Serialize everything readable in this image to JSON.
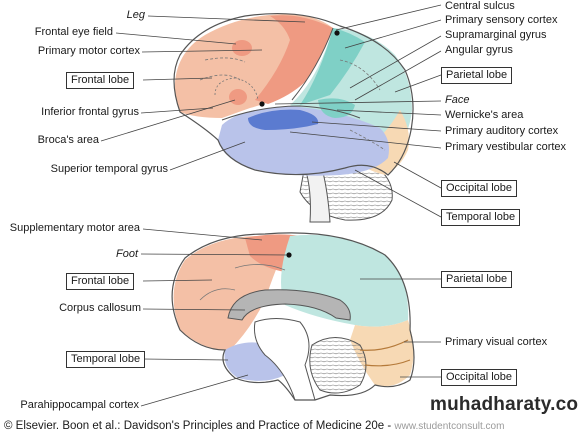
{
  "top_labels_left": {
    "leg": "Leg",
    "frontal_eye_field": "Frontal eye field",
    "primary_motor_cortex": "Primary motor cortex",
    "frontal_lobe": "Frontal lobe",
    "inferior_frontal_gyrus": "Inferior frontal gyrus",
    "brocas_area": "Broca's area",
    "superior_temporal_gyrus": "Superior temporal gyrus"
  },
  "top_labels_right": {
    "central_sulcus": "Central sulcus",
    "primary_sensory_cortex": "Primary sensory cortex",
    "supramarginal_gyrus": "Supramarginal gyrus",
    "angular_gyrus": "Angular gyrus",
    "parietal_lobe": "Parietal lobe",
    "face": "Face",
    "wernickes_area": "Wernicke's area",
    "primary_auditory_cortex": "Primary auditory cortex",
    "primary_vestibular_cortex": "Primary vestibular cortex",
    "occipital_lobe": "Occipital lobe",
    "temporal_lobe": "Temporal lobe"
  },
  "bottom_labels_left": {
    "supplementary_motor_area": "Supplementary motor area",
    "foot": "Foot",
    "frontal_lobe": "Frontal lobe",
    "corpus_callosum": "Corpus callosum",
    "temporal_lobe": "Temporal lobe",
    "parahippocampal_cortex": "Parahippocampal cortex"
  },
  "bottom_labels_right": {
    "parietal_lobe": "Parietal lobe",
    "primary_visual_cortex": "Primary visual cortex",
    "occipital_lobe": "Occipital lobe"
  },
  "footer": {
    "credit": "© Elsevier. Boon et al.: Davidson's Principles and Practice of Medicine 20e",
    "separator": " - ",
    "site": "www.studentconsult.com"
  },
  "watermark": "muhadharaty.com",
  "colors": {
    "frontal": "#f4c0a6",
    "motor": "#ef9a82",
    "parietal": "#bfe6e0",
    "sensory": "#7fd0c6",
    "temporal": "#b9c3ea",
    "auditory": "#5b7bd0",
    "occipital": "#f7d9b4",
    "cerebellum": "#ffffff",
    "outline": "#555555"
  }
}
